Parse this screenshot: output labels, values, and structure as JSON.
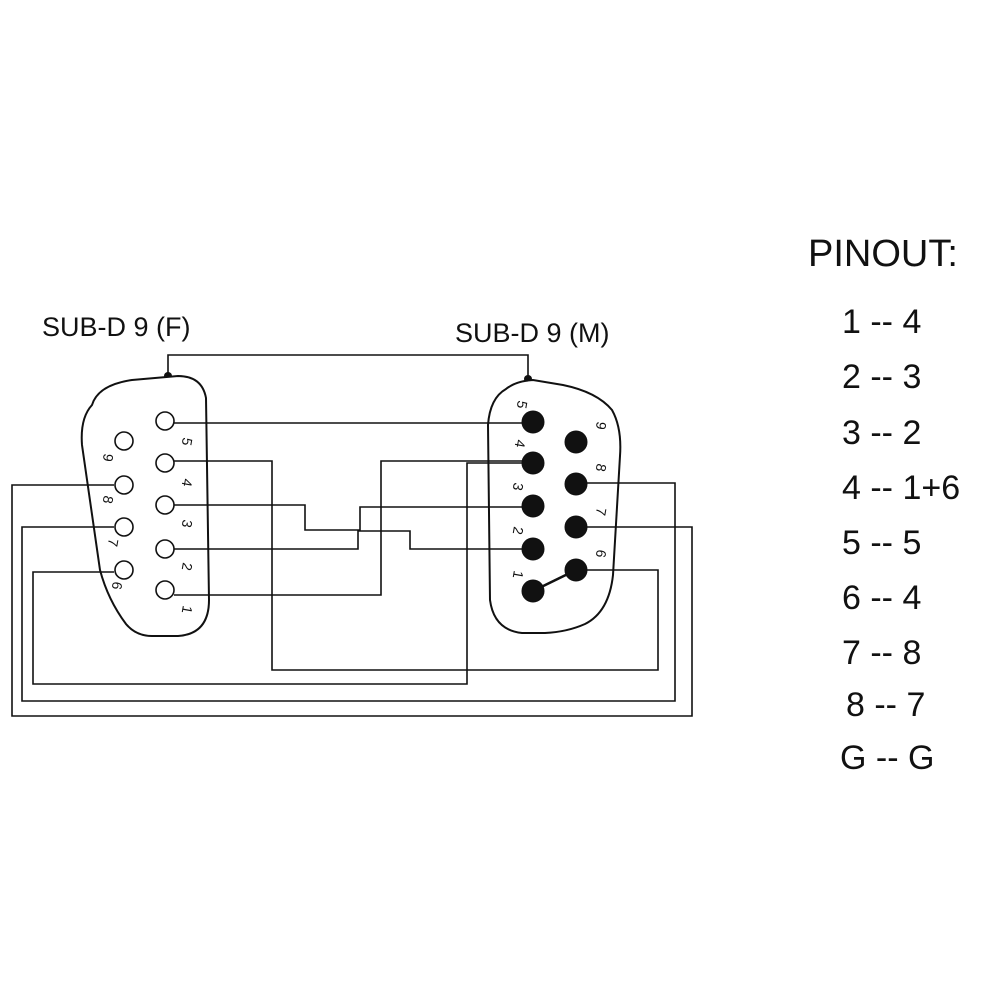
{
  "connectors": {
    "female": {
      "label": "SUB-D 9 (F)",
      "pins": [
        {
          "id": "1",
          "type": "female"
        },
        {
          "id": "2",
          "type": "female"
        },
        {
          "id": "3",
          "type": "female"
        },
        {
          "id": "4",
          "type": "female"
        },
        {
          "id": "5",
          "type": "female"
        },
        {
          "id": "6",
          "type": "female"
        },
        {
          "id": "7",
          "type": "female"
        },
        {
          "id": "8",
          "type": "female"
        },
        {
          "id": "9",
          "type": "female"
        }
      ]
    },
    "male": {
      "label": "SUB-D 9 (M)",
      "pins": [
        {
          "id": "1",
          "type": "male"
        },
        {
          "id": "2",
          "type": "male"
        },
        {
          "id": "3",
          "type": "male"
        },
        {
          "id": "4",
          "type": "male"
        },
        {
          "id": "5",
          "type": "male"
        },
        {
          "id": "6",
          "type": "male"
        },
        {
          "id": "7",
          "type": "male"
        },
        {
          "id": "8",
          "type": "male"
        },
        {
          "id": "9",
          "type": "male"
        }
      ]
    }
  },
  "pinout": {
    "title": "PINOUT:",
    "rows": [
      "1 -- 4",
      "2 -- 3",
      "3 -- 2",
      "4 -- 1+6",
      "5 -- 5",
      "6 -- 4",
      "7 -- 8",
      "8 -- 7",
      "G -- G"
    ]
  }
}
